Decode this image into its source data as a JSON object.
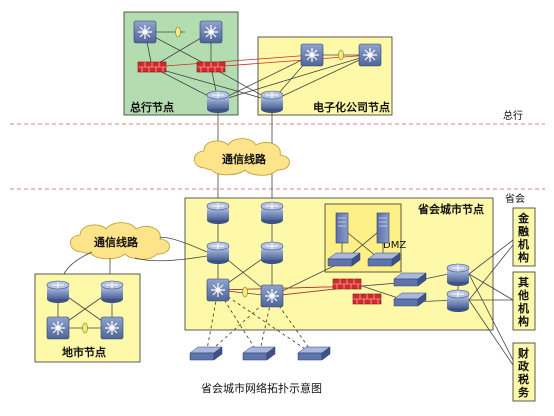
{
  "labels": {
    "hq_node": "总行节点",
    "ecommerce_node": "电子化公司节点",
    "hq_level": "总行",
    "comm_line_top": "通信线路",
    "province_level": "省会",
    "province_node": "省会城市节点",
    "dmz": "DMZ",
    "comm_line_left": "通信线路",
    "city_node": "地市节点",
    "caption": "省会城市网络拓扑示意图"
  },
  "external": [
    {
      "chars": [
        "金",
        "融",
        "机",
        "构"
      ]
    },
    {
      "chars": [
        "其",
        "他",
        "机",
        "构"
      ]
    },
    {
      "chars": [
        "财",
        "政",
        "税",
        "务"
      ]
    }
  ],
  "colors": {
    "green_zone": "#b3ddb0",
    "yellow_zone": "#fdf9a8",
    "device_blue": "#6e86b8",
    "firewall_red": "#d22b2b",
    "cloud": "#fde48a",
    "dashed_line": "#e57d7d"
  }
}
